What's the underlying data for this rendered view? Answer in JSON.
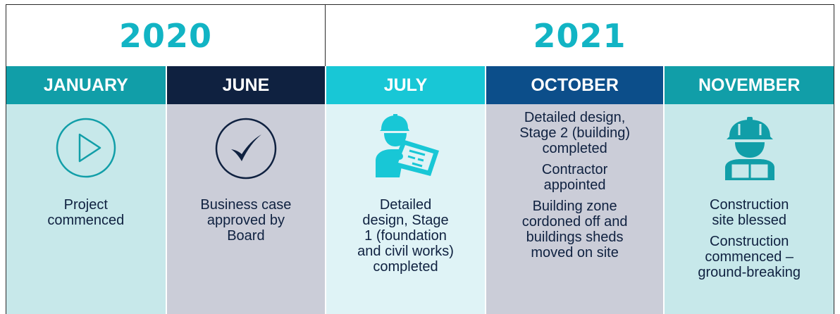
{
  "years": [
    "2020",
    "2021"
  ],
  "columns": [
    {
      "month": "JANUARY",
      "icon": "play-circle-icon",
      "text": [
        "Project\ncommenced"
      ]
    },
    {
      "month": "JUNE",
      "icon": "checkmark-circle-icon",
      "text": [
        "Business case\napproved by\nBoard"
      ]
    },
    {
      "month": "JULY",
      "icon": "engineer-with-plans-icon",
      "text": [
        "Detailed\ndesign, Stage\n1 (foundation\nand civil works)\ncompleted"
      ]
    },
    {
      "month": "OCTOBER",
      "icon": "",
      "text": [
        "Detailed design,\nStage 2 (building)\ncompleted",
        "Contractor\nappointed",
        "Building zone\ncordoned off and\nbuildings sheds\nmoved on site"
      ]
    },
    {
      "month": "NOVEMBER",
      "icon": "construction-worker-icon",
      "text": [
        "Construction\nsite blessed",
        "Construction\ncommenced –\nground-breaking"
      ]
    }
  ],
  "colors": {
    "year_text": "#12b4c4",
    "january_header": "#119ea8",
    "june_header": "#0f2140",
    "july_header": "#18c7d6",
    "october_header": "#0c4e8a",
    "november_header": "#119ea8",
    "body_text": "#0f2140"
  }
}
